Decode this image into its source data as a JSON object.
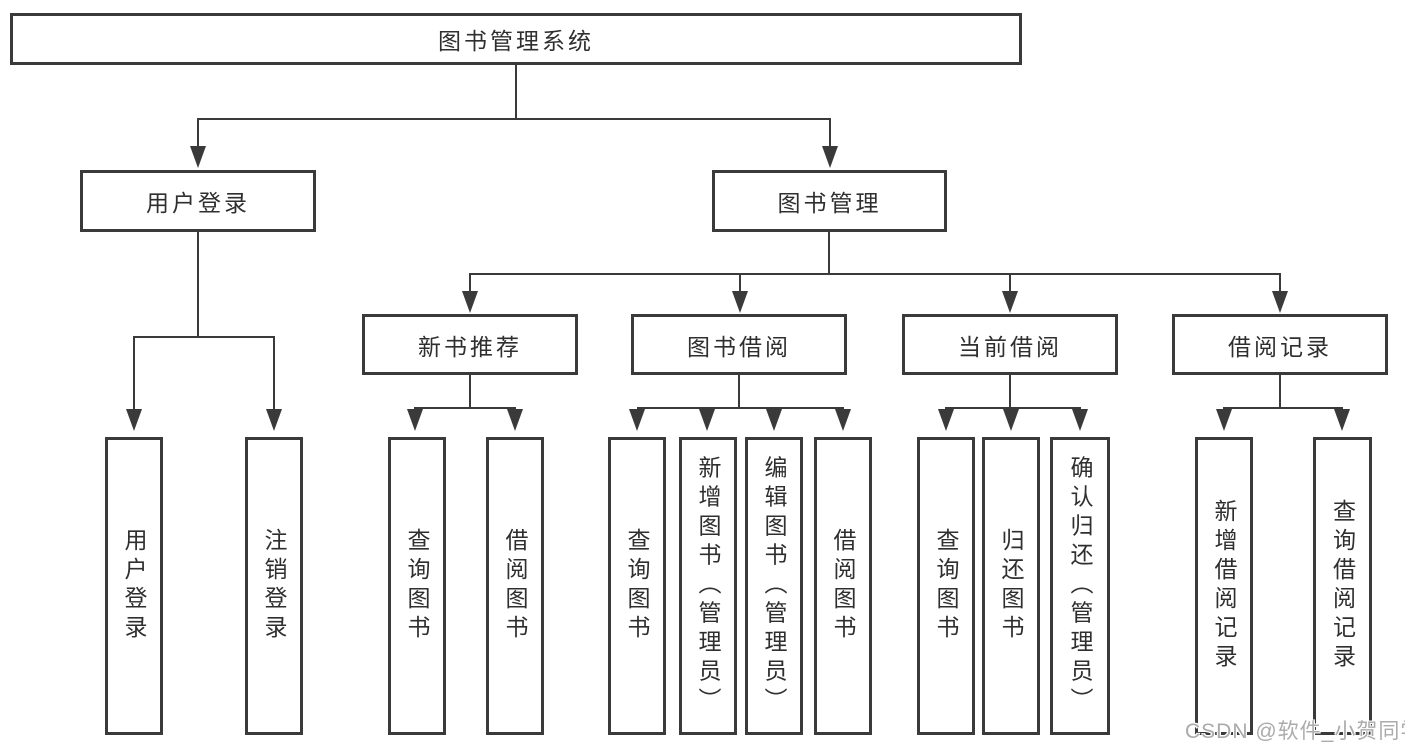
{
  "diagram": {
    "root": "图书管理系统",
    "level2": [
      "用户登录",
      "图书管理"
    ],
    "level3": [
      "新书推荐",
      "图书借阅",
      "当前借阅",
      "借阅记录"
    ],
    "leaves": [
      "用户登录",
      "注销登录",
      "查询图书",
      "借阅图书",
      "查询图书",
      "新增图书（管理员）",
      "编辑图书（管理员）",
      "借阅图书",
      "查询图书",
      "归还图书",
      "确认归还（管理员）",
      "新增借阅记录",
      "查询借阅记录"
    ],
    "watermark": "CSDN @软件_小贺同学",
    "colors": {
      "line": "#3a3a3a",
      "text": "#2f2f2f",
      "watermark": "#ababab",
      "background": "#ffffff"
    }
  }
}
